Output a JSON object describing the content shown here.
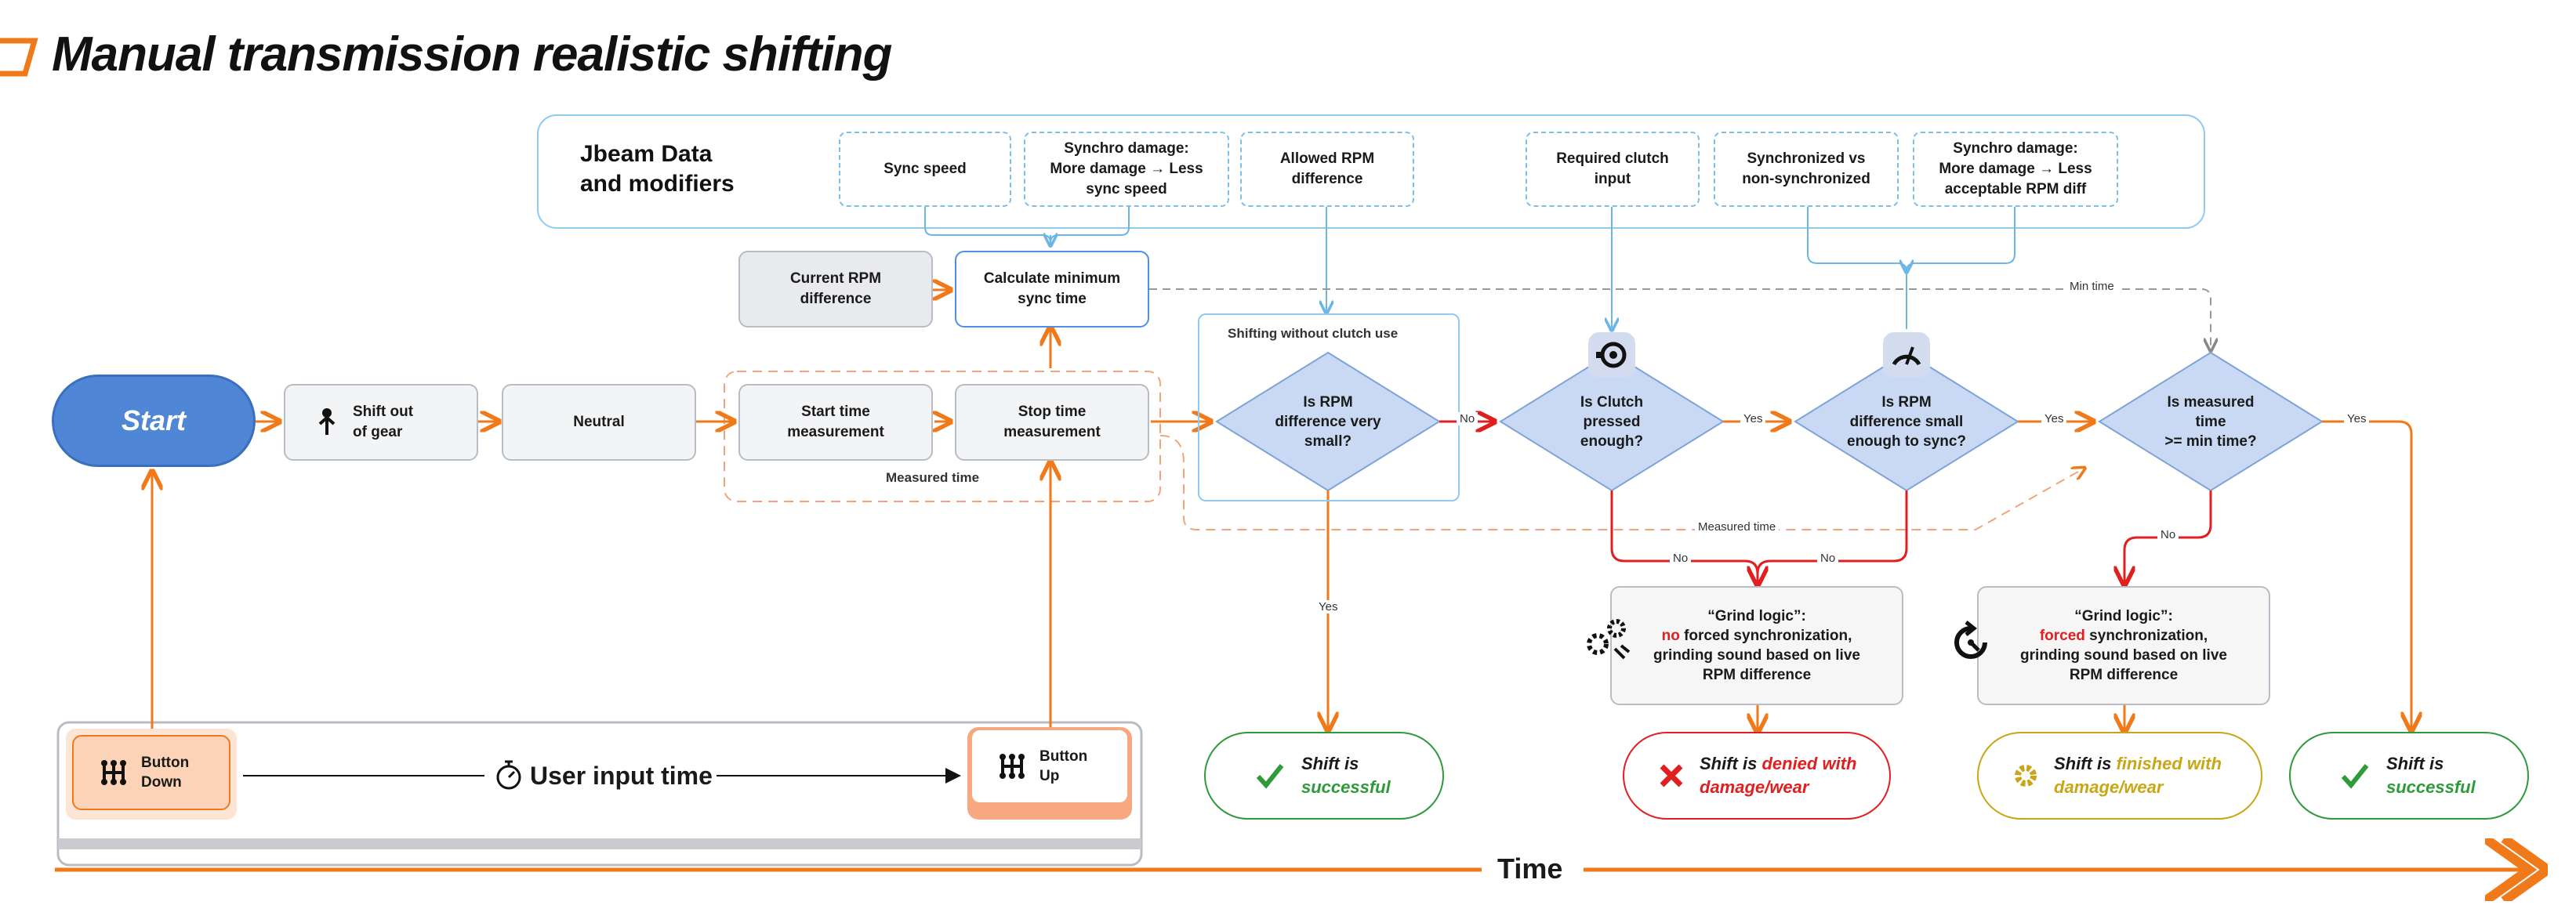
{
  "title": "Manual transmission realistic shifting",
  "jbeam": {
    "title": "Jbeam Data\nand modifiers",
    "sync_speed": "Sync speed",
    "synchro_damage_speed": "Synchro damage:\nMore damage → Less\nsync speed",
    "allowed_rpm": "Allowed RPM\ndifference",
    "required_clutch": "Required clutch\ninput",
    "synchronized": "Synchronized vs\nnon-synchronized",
    "synchro_damage_rpm": "Synchro damage:\nMore damage → Less\nacceptable RPM diff"
  },
  "nodes": {
    "start": "Start",
    "shift_out": "Shift out\nof gear",
    "neutral": "Neutral",
    "start_time": "Start time\nmeasurement",
    "stop_time": "Stop time\nmeasurement",
    "measured_time_group": "Measured time",
    "current_rpm": "Current RPM\ndifference",
    "calc_sync": "Calculate minimum\nsync time",
    "shifting_without_clutch": "Shifting without clutch use"
  },
  "decisions": {
    "rpm_very_small": "Is RPM\ndifference very\nsmall?",
    "clutch_pressed": "Is Clutch\npressed\nenough?",
    "rpm_sync": "Is RPM\ndifference small\nenough to sync?",
    "measured_time": "Is measured\ntime\n>= min time?"
  },
  "edge_labels": {
    "no_1": "No",
    "yes_1": "Yes",
    "yes_2": "Yes",
    "yes_3": "Yes",
    "yes_down": "Yes",
    "no_clutch": "No",
    "no_sync": "No",
    "no_time": "No",
    "min_time": "Min time",
    "measured_time": "Measured time"
  },
  "grind_no": {
    "line1": "“Grind logic”:",
    "keyword": "no",
    "rest": " forced synchronization,",
    "line3": "grinding sound based on live",
    "line4": "RPM difference"
  },
  "grind_forced": {
    "line1": "“Grind logic”:",
    "keyword": "forced",
    "rest": " synchronization,",
    "line3": "grinding sound based on live",
    "line4": "RPM difference"
  },
  "outcomes": {
    "success_1_a": "Shift is",
    "success_1_b": "successful",
    "denied_a": "Shift is ",
    "denied_b": "denied with",
    "denied_c": "damage/wear",
    "finished_a": "Shift is ",
    "finished_b": "finished with",
    "finished_c": "damage/wear",
    "success_2_a": "Shift is",
    "success_2_b": "successful"
  },
  "timeline": {
    "button_down": "Button\nDown",
    "button_up": "Button\nUp",
    "user_input_time": "User input time",
    "time": "Time"
  },
  "colors": {
    "orange": "#f07a1a",
    "red": "#e02020",
    "green": "#2e9a3a",
    "gold": "#c9a615",
    "blue_light": "#7cc0ea",
    "diamond_fill": "#c9d9f3",
    "start_fill": "#4f86d6"
  }
}
